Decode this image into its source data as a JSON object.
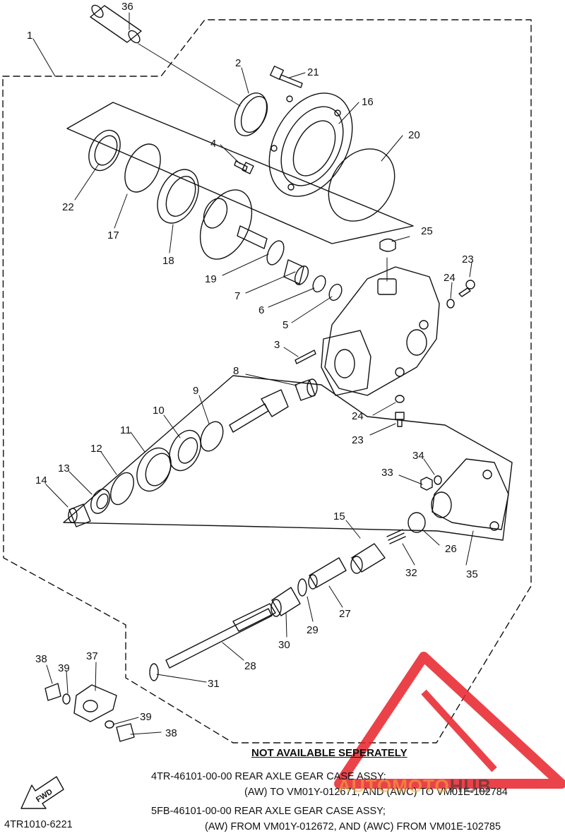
{
  "callouts": {
    "c1": "1",
    "c2": "2",
    "c3": "3",
    "c4": "4",
    "c5": "5",
    "c6": "6",
    "c7": "7",
    "c8": "8",
    "c9": "9",
    "c10": "10",
    "c11": "11",
    "c12": "12",
    "c13": "13",
    "c14": "14",
    "c15": "15",
    "c16": "16",
    "c17": "17",
    "c18": "18",
    "c19": "19",
    "c20": "20",
    "c21": "21",
    "c22": "22",
    "c23a": "23",
    "c23b": "23",
    "c24a": "24",
    "c24b": "24",
    "c25": "25",
    "c26": "26",
    "c27": "27",
    "c28": "28",
    "c29": "29",
    "c30": "30",
    "c31": "31",
    "c32": "32",
    "c33": "33",
    "c34": "34",
    "c35": "35",
    "c36": "36",
    "c37": "37",
    "c38a": "38",
    "c38b": "38",
    "c39a": "39",
    "c39b": "39"
  },
  "notes": {
    "heading": "NOT AVAILABLE SEPERATELY",
    "line1": "4TR-46101-00-00 REAR AXLE GEAR CASE ASSY;",
    "line2": "(AW) TO VM01Y-012671, AND (AWC) TO VM01E-102784",
    "line3": "5FB-46101-00-00 REAR AXLE GEAR CASE ASSY;",
    "line4": "(AW) FROM VM01Y-012672, AND (AWC) FROM VM01E-102785"
  },
  "fwd_label": "FWD",
  "figure_code": "4TR1010-6221",
  "watermark": {
    "part1": "AUTO",
    "part2": "MOTO",
    "part3": "HUB",
    "color": "#e8222a",
    "color_light": "#f3b03a"
  }
}
